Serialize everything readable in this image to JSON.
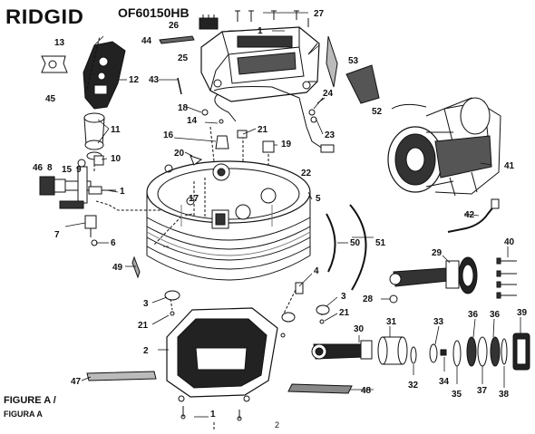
{
  "header": {
    "brand": "RIDGID",
    "model": "OF60150HB"
  },
  "figure": {
    "label_line1": "FIGURE A /",
    "label_line2": "FIGURA A",
    "page_number": "2"
  },
  "callouts": [
    "1",
    "2",
    "3",
    "4",
    "5",
    "6",
    "7",
    "8",
    "9",
    "10",
    "11",
    "12",
    "13",
    "14",
    "15",
    "16",
    "17",
    "18",
    "19",
    "20",
    "21",
    "22",
    "23",
    "24",
    "25",
    "26",
    "27",
    "28",
    "29",
    "30",
    "31",
    "32",
    "33",
    "34",
    "35",
    "36",
    "37",
    "38",
    "39",
    "40",
    "41",
    "42",
    "43",
    "44",
    "45",
    "46",
    "47",
    "48",
    "49",
    "50",
    "51",
    "52",
    "53"
  ]
}
